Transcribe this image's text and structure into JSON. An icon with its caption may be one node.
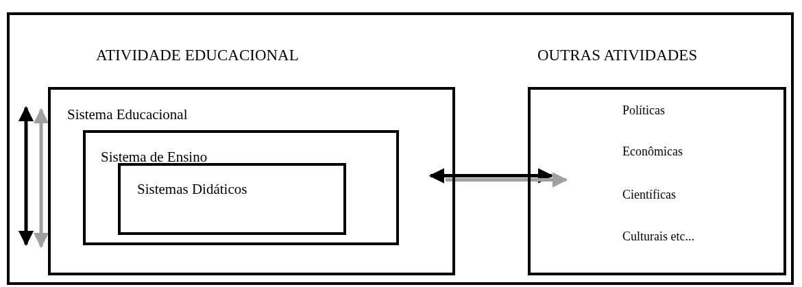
{
  "diagram": {
    "nodes": [
      {
        "text": [],
        "shape": "box"
      },
      {
        "text": [
          "Sistema Educacional"
        ],
        "in": 0
      },
      {
        "text": [
          "Sistema de Ensino"
        ],
        "in": 1
      },
      {
        "text": [
          "Sistemas Didáticos"
        ],
        "in": 2
      },
      {
        "text": [
          "Políticas",
          "Econômicas",
          "Científicas",
          "Culturais etc..."
        ],
        "in": 0
      }
    ],
    "edges": [
      {
        "from": 1,
        "to": 4,
        "arrow": "both"
      },
      {
        "from": 1,
        "to": 4,
        "arrow": "to",
        "color": "#a0a0a0"
      }
    ],
    "labels": [
      "ATIVIDADE EDUCACIONAL",
      "OUTRAS ATIVIDADES"
    ]
  }
}
